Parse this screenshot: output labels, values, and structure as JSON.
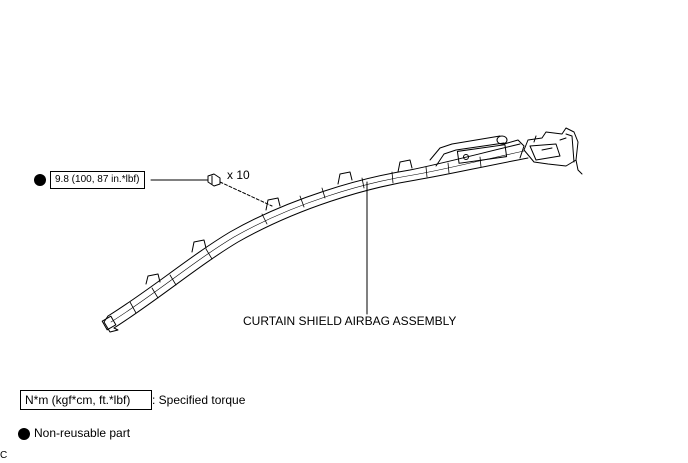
{
  "torque": {
    "value": "9.8 (100, 87 in.*lbf)"
  },
  "bolt": {
    "quantity": "x 10"
  },
  "part": {
    "label": "CURTAIN SHIELD AIRBAG ASSEMBLY"
  },
  "legend": {
    "torque_units": "N*m (kgf*cm, ft.*lbf)",
    "torque_desc": ": Specified torque",
    "nonreusable_desc": "Non-reusable part"
  },
  "corner_code": "C"
}
